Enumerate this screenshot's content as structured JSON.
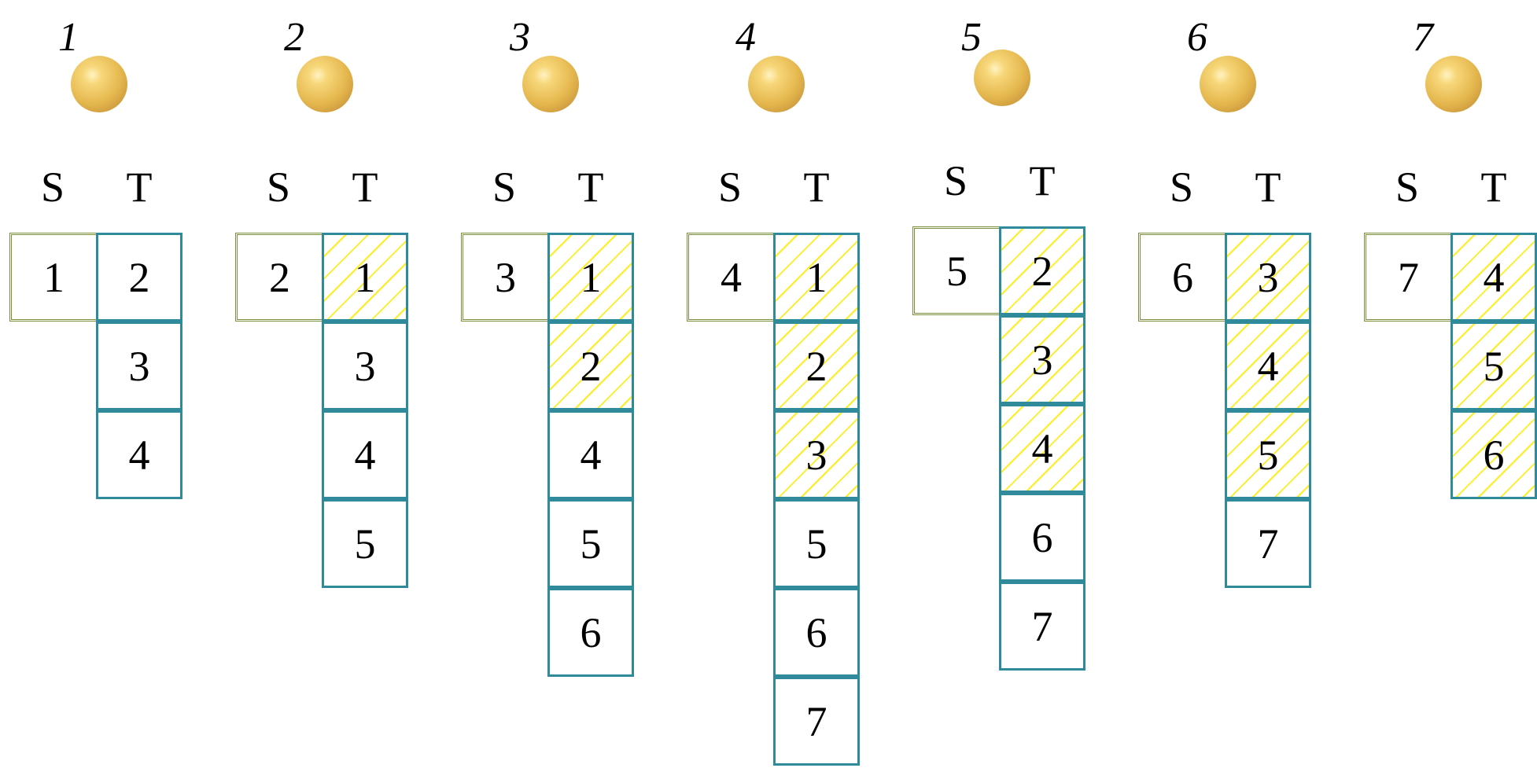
{
  "colors": {
    "source_border": "#7a8f3a",
    "target_border": "#2f8a9c",
    "hatch": "#ffee22",
    "ball": "#e5b84f"
  },
  "labels": {
    "source": "S",
    "target": "T"
  },
  "steps": [
    {
      "index": "1",
      "source": "1",
      "targets": [
        {
          "v": "2",
          "hatched": false
        },
        {
          "v": "3",
          "hatched": false
        },
        {
          "v": "4",
          "hatched": false
        }
      ]
    },
    {
      "index": "2",
      "source": "2",
      "targets": [
        {
          "v": "1",
          "hatched": true
        },
        {
          "v": "3",
          "hatched": false
        },
        {
          "v": "4",
          "hatched": false
        },
        {
          "v": "5",
          "hatched": false
        }
      ]
    },
    {
      "index": "3",
      "source": "3",
      "targets": [
        {
          "v": "1",
          "hatched": true
        },
        {
          "v": "2",
          "hatched": true
        },
        {
          "v": "4",
          "hatched": false
        },
        {
          "v": "5",
          "hatched": false
        },
        {
          "v": "6",
          "hatched": false
        }
      ]
    },
    {
      "index": "4",
      "source": "4",
      "targets": [
        {
          "v": "1",
          "hatched": true
        },
        {
          "v": "2",
          "hatched": true
        },
        {
          "v": "3",
          "hatched": true
        },
        {
          "v": "5",
          "hatched": false
        },
        {
          "v": "6",
          "hatched": false
        },
        {
          "v": "7",
          "hatched": false
        }
      ]
    },
    {
      "index": "5",
      "source": "5",
      "targets": [
        {
          "v": "2",
          "hatched": true
        },
        {
          "v": "3",
          "hatched": true
        },
        {
          "v": "4",
          "hatched": true
        },
        {
          "v": "6",
          "hatched": false
        },
        {
          "v": "7",
          "hatched": false
        }
      ]
    },
    {
      "index": "6",
      "source": "6",
      "targets": [
        {
          "v": "3",
          "hatched": true
        },
        {
          "v": "4",
          "hatched": true
        },
        {
          "v": "5",
          "hatched": true
        },
        {
          "v": "7",
          "hatched": false
        }
      ]
    },
    {
      "index": "7",
      "source": "7",
      "targets": [
        {
          "v": "4",
          "hatched": true
        },
        {
          "v": "5",
          "hatched": true
        },
        {
          "v": "6",
          "hatched": true
        }
      ]
    }
  ]
}
